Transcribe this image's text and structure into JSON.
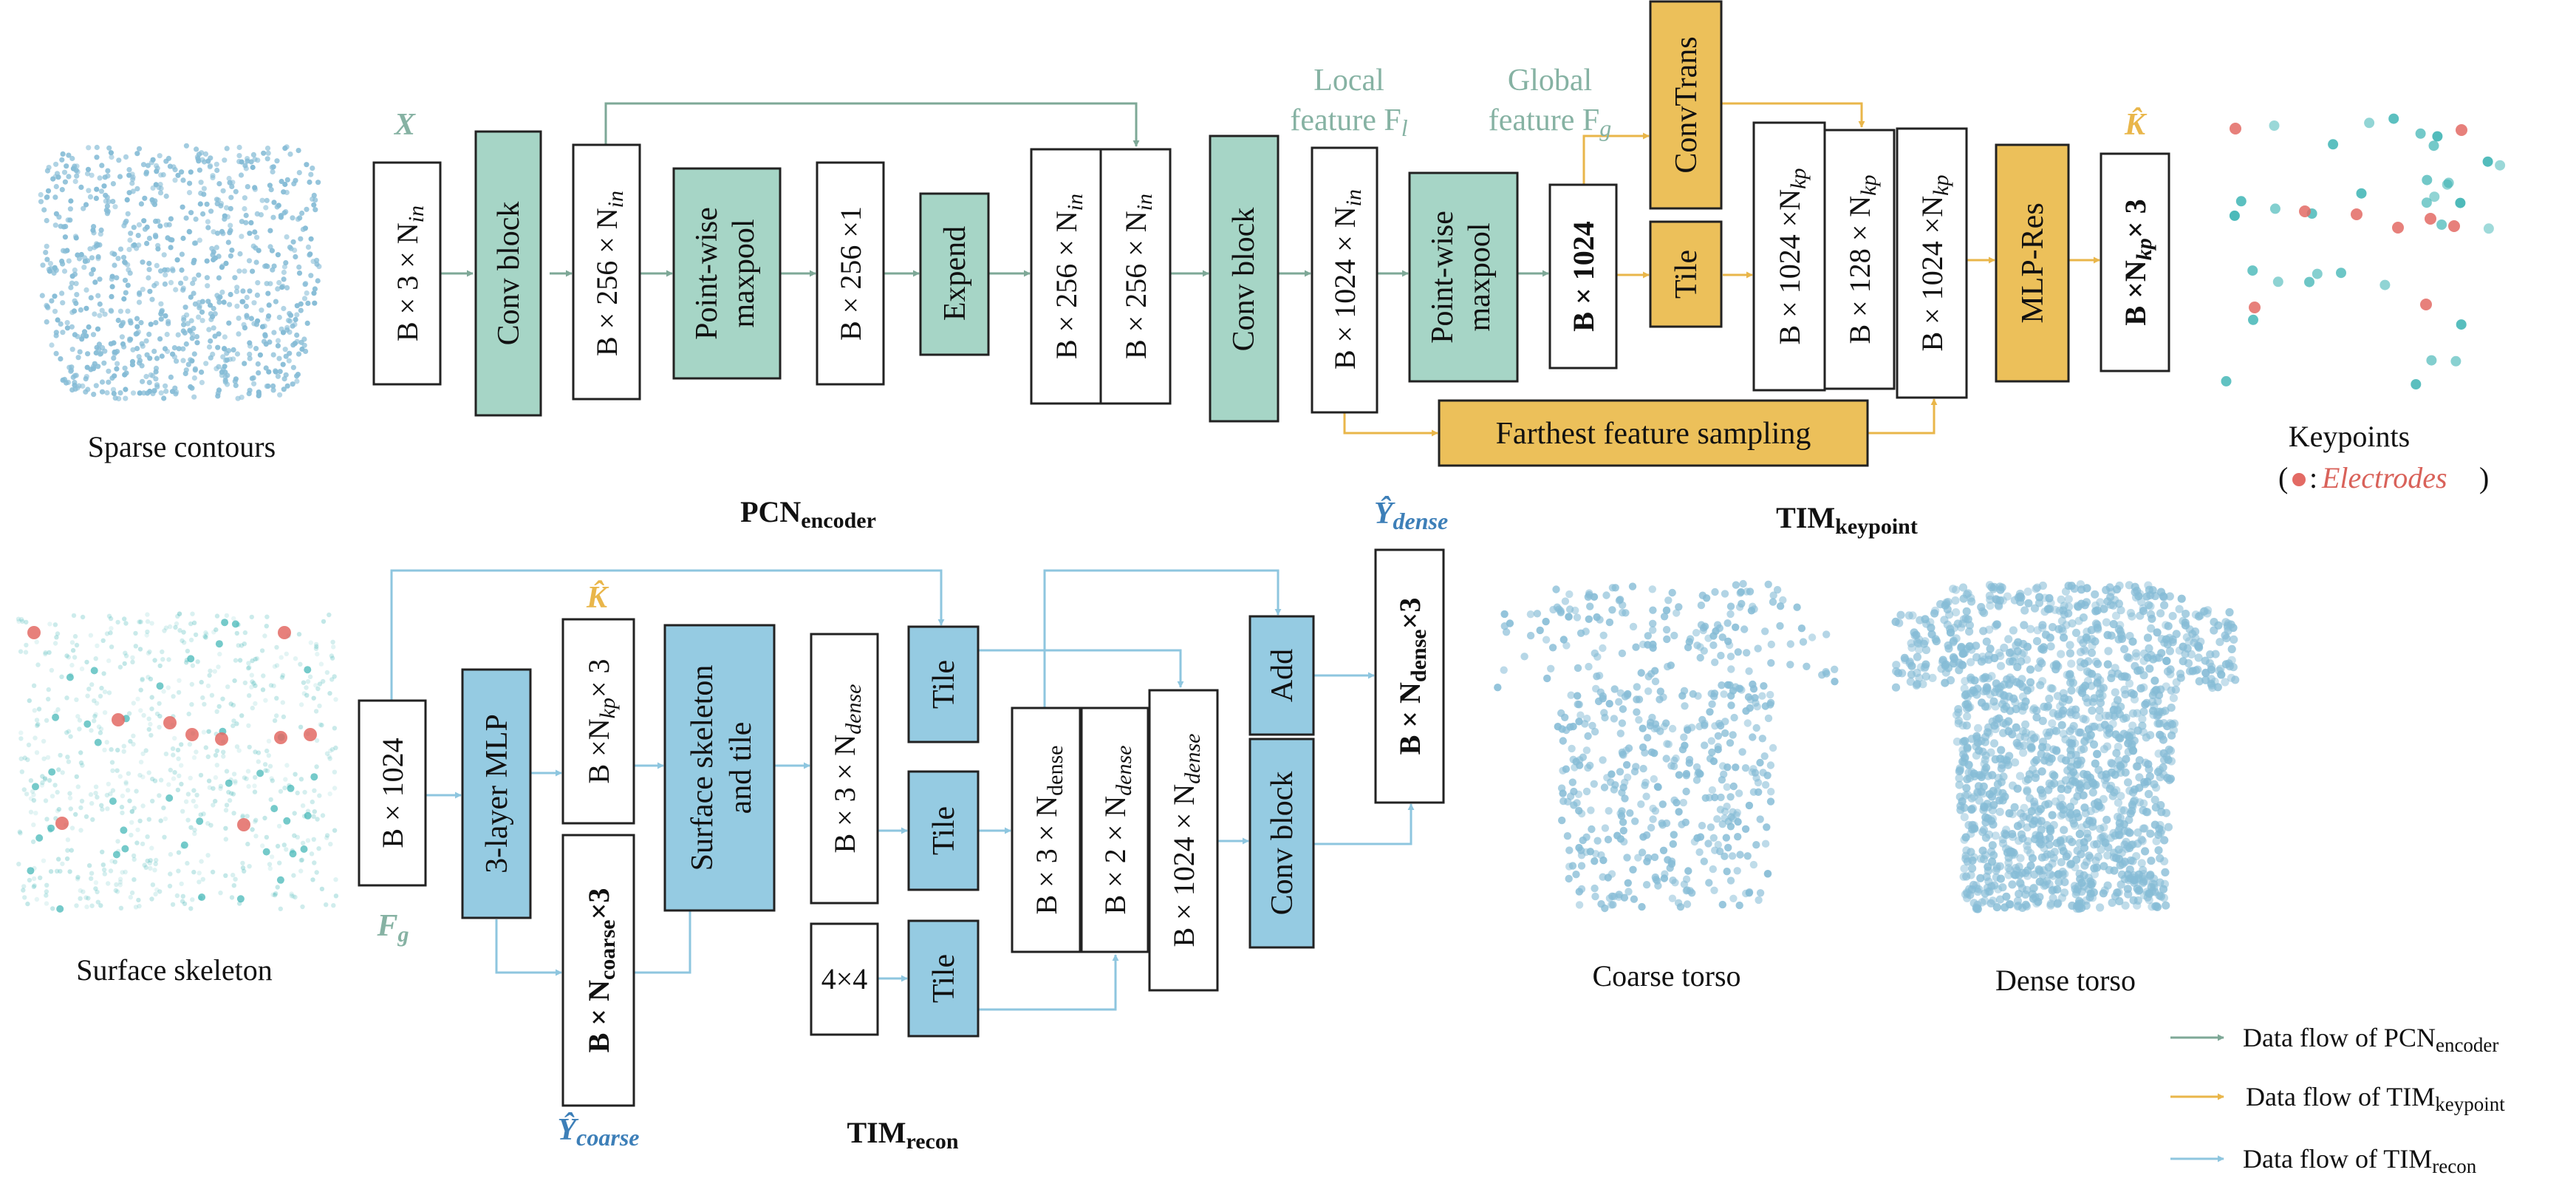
{
  "colors": {
    "green": "#a6d5c6",
    "green_line": "#7ea897",
    "gold": "#ecc05a",
    "gold_line": "#e9b64a",
    "blue": "#95cbe2",
    "blue_line": "#8ec6df",
    "pts_blue": "#86bcd6",
    "pts_teal": "#3bb3b3",
    "pts_red": "#e36a64"
  },
  "images": {
    "sparse": "Sparse contours",
    "skeleton": "Surface skeleton",
    "keypoints": "Keypoints",
    "keypoints_paren_open": "(",
    "keypoints_colon": ":",
    "keypoints_electrodes": "Electrodes",
    "keypoints_paren_close": ")",
    "coarse": "Coarse torso",
    "dense": "Dense torso"
  },
  "top": {
    "x_label": "X",
    "input": "B × 3 × N",
    "input_sub": "in",
    "conv1": "Conv block",
    "b256": "B × 256 × N",
    "b256_sub": "in",
    "maxpool1": "Point-wise",
    "maxpool1b": "maxpool",
    "b256x1": "B × 256 ×1",
    "expend": "Expend",
    "cat1": "B × 256 × N",
    "cat1_sub": "in",
    "cat2": "B × 256 × N",
    "cat2_sub": "in",
    "conv2": "Conv block",
    "local_label1": "Local",
    "local_label2": "feature F",
    "local_sub": "l",
    "b1024n": "B × 1024 × N",
    "b1024n_sub": "in",
    "maxpool2": "Point-wise",
    "maxpool2b": "maxpool",
    "global_label1": "Global",
    "global_label2": "feature F",
    "global_sub": "g",
    "b1024": "B × 1024",
    "convtrans": "ConvTrans",
    "tile": "Tile",
    "kp1": "B × 1024 ×N",
    "kp1_sub": "kp",
    "kp2": "B × 128 × N",
    "kp2_sub": "kp",
    "kp3": "B × 1024 ×N",
    "kp3_sub": "kp",
    "mlpres": "MLP-Res",
    "khat": "K̂",
    "out": "B ×N",
    "out_sub": "kp",
    "out_suffix": "× 3",
    "ffs": "Farthest feature sampling",
    "pcn_label": "PCN",
    "pcn_sub": "encoder",
    "timkp_label": "TIM",
    "timkp_sub": "keypoint"
  },
  "bottom": {
    "b1024": "B × 1024",
    "fg": "F",
    "fg_sub": "g",
    "mlp3": "3-layer  MLP",
    "khat": "K̂",
    "bkp3": "B ×N",
    "bkp3_sub": "kp",
    "bkp3_suffix": "× 3",
    "coarse_pre": "B × N",
    "coarse_sub": "coarse",
    "coarse_suffix": "×3",
    "ycoarse": "Ŷ",
    "ycoarse_sub": "coarse",
    "surf1": "Surface skeleton",
    "surf2": "and tile",
    "b3dense": "B × 3 × N",
    "b3dense_sub": "dense",
    "tile1": "Tile",
    "tile2": "Tile",
    "tile3": "Tile",
    "grid44": "4×4",
    "c1": "B × 3 × N",
    "c1_sub": "dense",
    "c2": "B × 2 × N",
    "c2_sub": "dense",
    "c3": "B × 1024 × N",
    "c3_sub": "dense",
    "add": "Add",
    "conv": "Conv block",
    "ydense": "Ŷ",
    "ydense_sub": "dense",
    "out_pre": "B × N",
    "out_sub": "dense",
    "out_suffix": "×3",
    "tim_label": "TIM",
    "tim_sub": "recon"
  },
  "legend": {
    "l1": "Data flow of PCN",
    "l1_sub": "encoder",
    "l2": "Data flow of TIM",
    "l2_sub": "keypoint",
    "l3": "Data flow of  TIM",
    "l3_sub": "recon"
  }
}
